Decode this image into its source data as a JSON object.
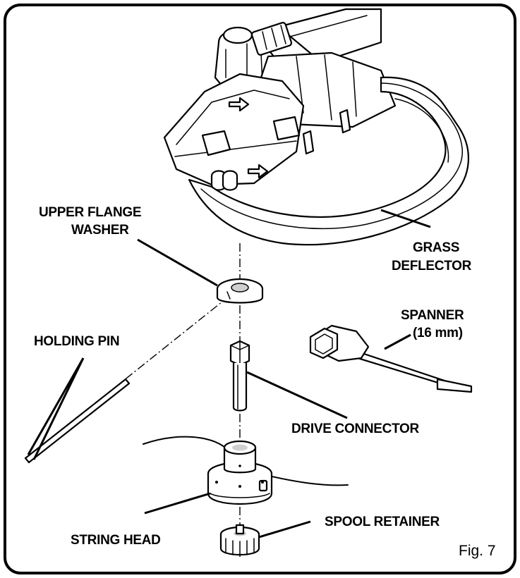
{
  "figure": {
    "caption": "Fig. 7",
    "labels": {
      "upper_flange_washer_line1": "UPPER FLANGE",
      "upper_flange_washer_line2": "WASHER",
      "grass_deflector_line1": "GRASS",
      "grass_deflector_line2": "DEFLECTOR",
      "spanner_line1": "SPANNER",
      "spanner_line2": "(16 mm)",
      "holding_pin": "HOLDING PIN",
      "drive_connector": "DRIVE CONNECTOR",
      "spool_retainer": "SPOOL RETAINER",
      "string_head": "STRING HEAD"
    }
  },
  "colors": {
    "ink": "#000000",
    "paper": "#ffffff",
    "shading": "#cfcfcf"
  }
}
